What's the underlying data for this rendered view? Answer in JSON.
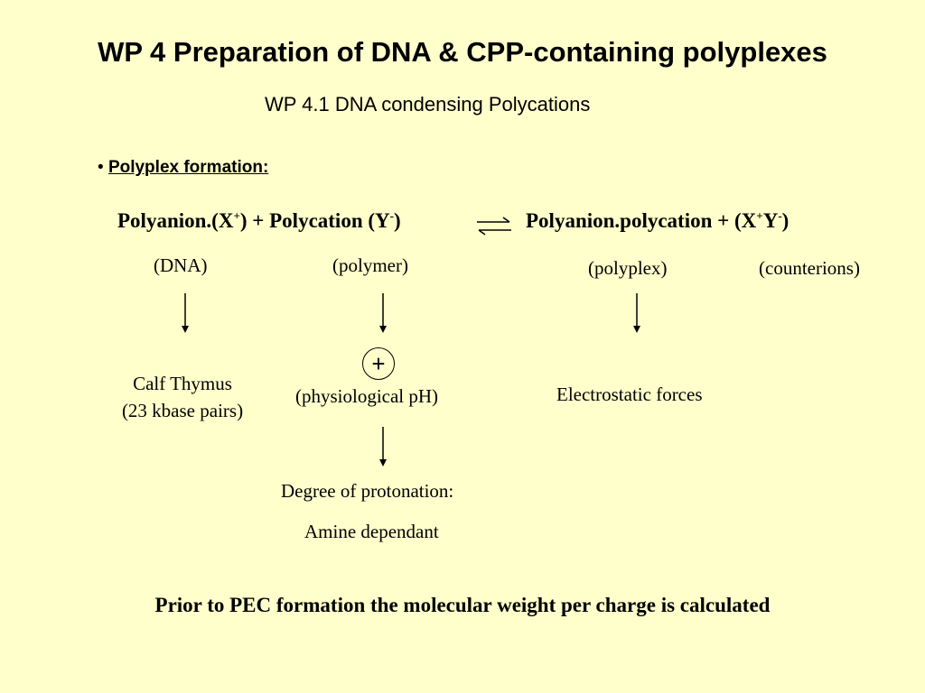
{
  "title": "WP 4 Preparation of DNA & CPP-containing polyplexes",
  "subtitle": "WP 4.1   DNA condensing Polycations",
  "bullet": {
    "marker": "•",
    "text": "Polyplex formation:"
  },
  "equation": {
    "left_a": "Polyanion.(X",
    "left_a_sup": "+",
    "left_b": ") + Polycation (Y",
    "left_b_sup": "-",
    "left_c": ")",
    "right_a": "Polyanion.polycation + (X",
    "right_a_sup": "+",
    "right_b": "Y",
    "right_b_sup": "-",
    "right_c": ")"
  },
  "labels": {
    "dna": "(DNA)",
    "polymer": "(polymer)",
    "polyplex": "(polyplex)",
    "counterions": "(counterions)"
  },
  "details": {
    "calf_line1": "Calf Thymus",
    "calf_line2": "(23 kbase pairs)",
    "plus": "+",
    "physiological": "(physiological pH)",
    "electrostatic": "Electrostatic forces",
    "protonation": "Degree of protonation:",
    "amine": "Amine dependant"
  },
  "footer": "Prior to PEC formation the molecular weight per charge is calculated"
}
